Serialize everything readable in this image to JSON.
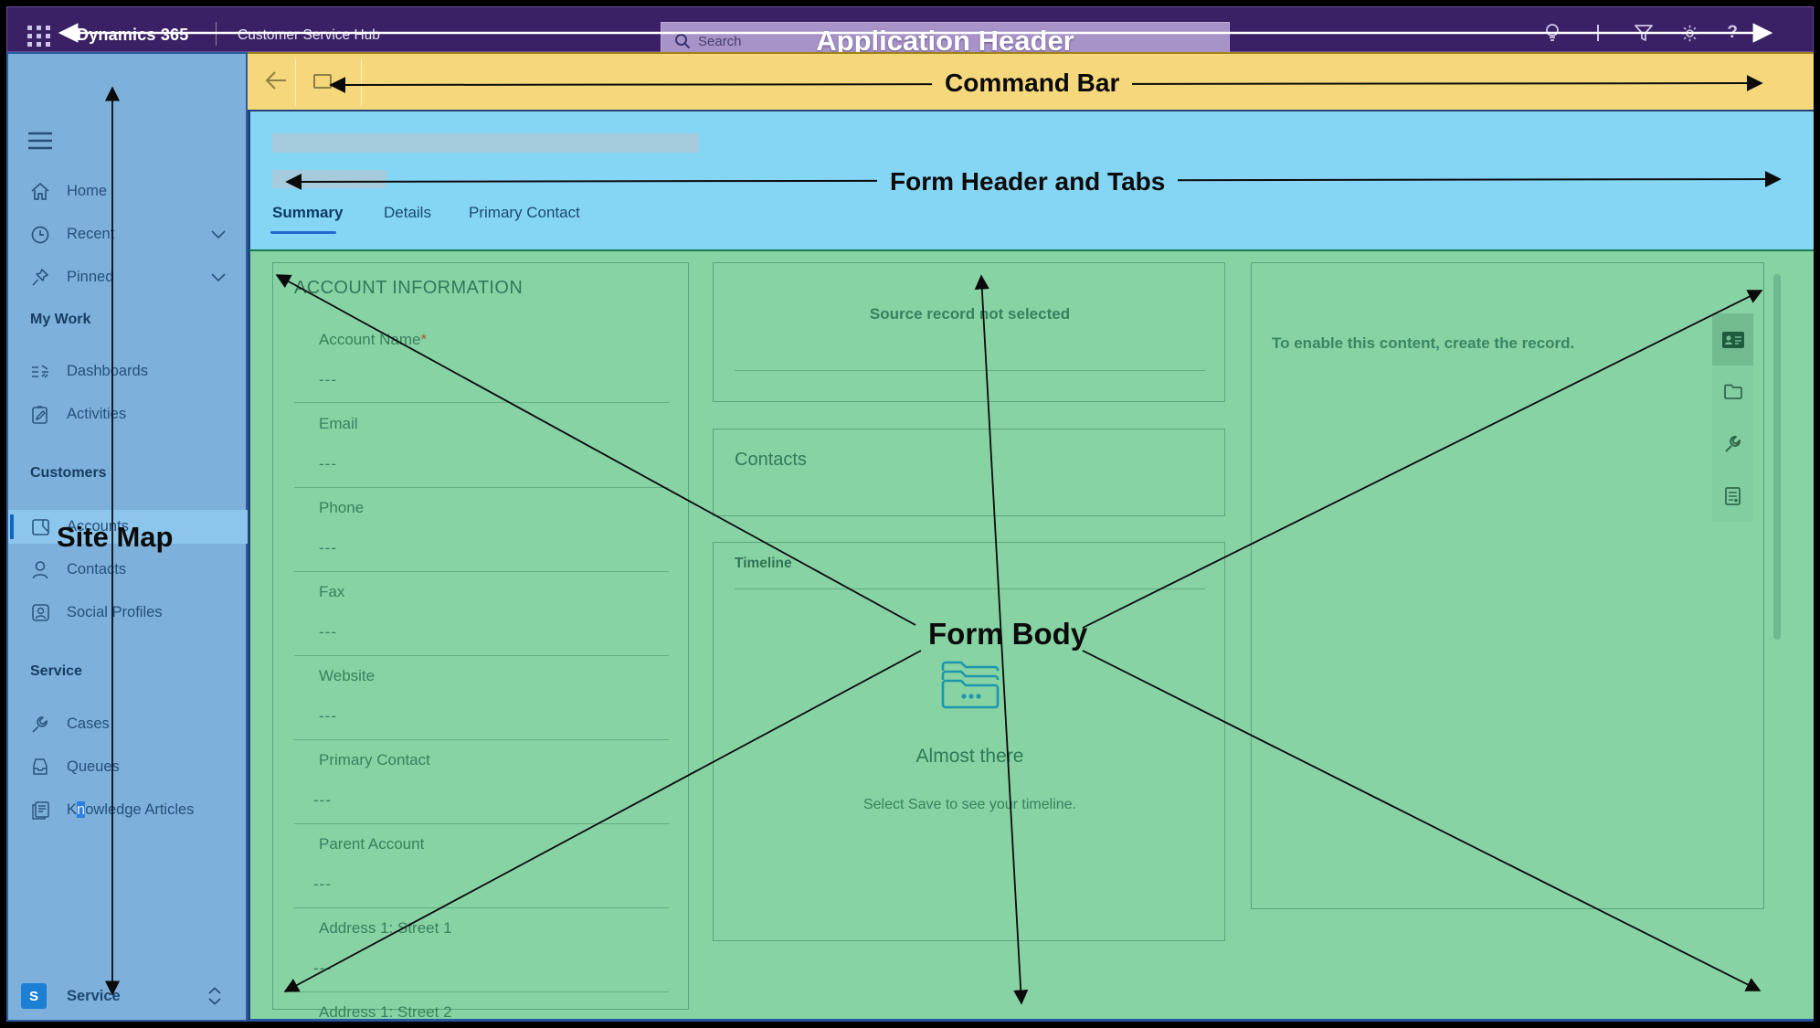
{
  "app_header": {
    "product": "Dynamics 365",
    "app_name": "Customer Service Hub",
    "search_placeholder": "Search",
    "icons": [
      "app-launcher-icon",
      "lightbulb-icon",
      "plus-icon",
      "filter-icon",
      "gear-icon",
      "help-icon"
    ]
  },
  "annotations": {
    "application_header": "Application Header",
    "command_bar": "Command Bar",
    "form_header": "Form Header and Tabs",
    "site_map": "Site Map",
    "form_body": "Form Body"
  },
  "sitemap": {
    "top_items": [
      {
        "label": "Home"
      },
      {
        "label": "Recent"
      },
      {
        "label": "Pinned"
      }
    ],
    "sections": [
      {
        "title": "My Work",
        "items": [
          {
            "label": "Dashboards"
          },
          {
            "label": "Activities"
          }
        ]
      },
      {
        "title": "Customers",
        "items": [
          {
            "label": "Accounts",
            "selected": true
          },
          {
            "label": "Contacts"
          },
          {
            "label": "Social Profiles"
          }
        ]
      },
      {
        "title": "Service",
        "items": [
          {
            "label": "Cases"
          },
          {
            "label": "Queues"
          }
        ]
      }
    ],
    "knowledge_item": {
      "pre": "K",
      "highlight": "n",
      "post": "owledge Articles"
    },
    "area_switcher": {
      "badge": "S",
      "label": "Service"
    }
  },
  "form_header": {
    "tabs": [
      {
        "label": "Summary",
        "active": true
      },
      {
        "label": "Details",
        "active": false
      },
      {
        "label": "Primary Contact",
        "active": false
      }
    ]
  },
  "form_body": {
    "account_info": {
      "title": "ACCOUNT INFORMATION",
      "fields": [
        {
          "label": "Account Name",
          "star": "*",
          "value": "---"
        },
        {
          "label": "Email",
          "star": "",
          "value": "---"
        },
        {
          "label": "Phone",
          "star": "",
          "value": "---"
        },
        {
          "label": "Fax",
          "star": "",
          "value": "---"
        },
        {
          "label": "Website",
          "star": "",
          "value": "---"
        },
        {
          "label": "Primary Contact",
          "star": "",
          "value": "---"
        },
        {
          "label": "Parent Account",
          "star": "",
          "value": "---"
        },
        {
          "label": "Address 1: Street 1",
          "star": "",
          "value": "---"
        },
        {
          "label": "Address 1: Street 2",
          "star": "",
          "value": ""
        }
      ]
    },
    "source_record_message": "Source record not selected",
    "contacts_title": "Contacts",
    "timeline": {
      "title": "Timeline",
      "empty_title": "Almost there",
      "empty_hint": "Select Save to see your timeline."
    },
    "right_panel_message": "To enable this content, create the record."
  },
  "colors": {
    "header_purple": "#3A2166",
    "search_overlay_lavender": "#A793C8",
    "command_bar_yellow": "#F6D87C",
    "form_header_blue": "#85D6F4",
    "site_map_blue": "#7DB0DB",
    "form_body_green": "#87D3A4",
    "tab_underline_blue": "#2268D1",
    "selected_row_blue": "#8CC6EC",
    "selection_indicator": "#1166C0",
    "timeline_icon_teal": "#1D96AD"
  }
}
